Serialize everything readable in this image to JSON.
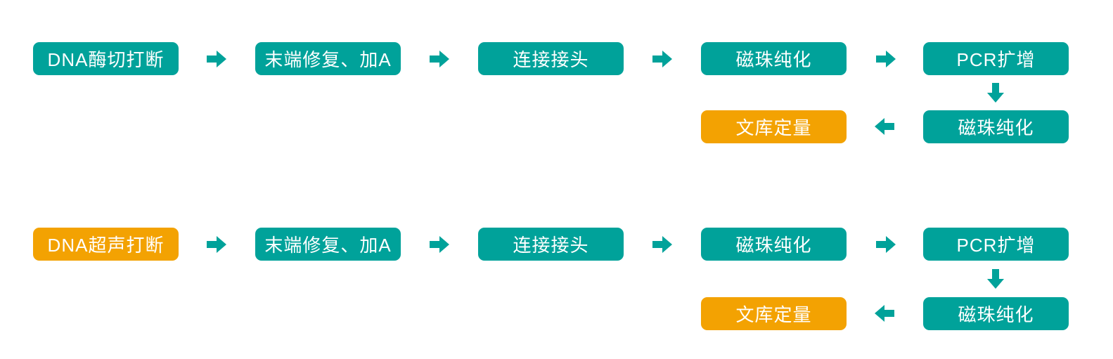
{
  "colors": {
    "teal": "#00A29A",
    "orange": "#F3A202",
    "text": "#FFFFFF",
    "background": "#FFFFFF"
  },
  "flows": [
    {
      "name": "enzyme-digestion-workflow",
      "steps": [
        {
          "label": "DNA酶切打断",
          "color": "teal"
        },
        {
          "label": "末端修复、加A",
          "color": "teal"
        },
        {
          "label": "连接接头",
          "color": "teal"
        },
        {
          "label": "磁珠纯化",
          "color": "teal"
        },
        {
          "label": "PCR扩增",
          "color": "teal"
        }
      ],
      "branch": [
        {
          "label": "磁珠纯化",
          "color": "teal"
        },
        {
          "label": "文库定量",
          "color": "orange"
        }
      ]
    },
    {
      "name": "sonication-workflow",
      "steps": [
        {
          "label": "DNA超声打断",
          "color": "orange"
        },
        {
          "label": "末端修复、加A",
          "color": "teal"
        },
        {
          "label": "连接接头",
          "color": "teal"
        },
        {
          "label": "磁珠纯化",
          "color": "teal"
        },
        {
          "label": "PCR扩增",
          "color": "teal"
        }
      ],
      "branch": [
        {
          "label": "磁珠纯化",
          "color": "teal"
        },
        {
          "label": "文库定量",
          "color": "orange"
        }
      ]
    }
  ]
}
